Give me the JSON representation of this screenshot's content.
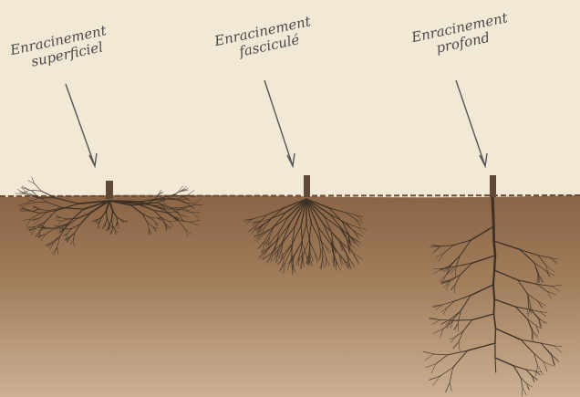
{
  "colors": {
    "sky": "#f1e8d6",
    "soil_top": "#8a6445",
    "soil_bottom": "#cbb094",
    "root": "#3d3126",
    "stem": "#5e4a36",
    "ink": "#4a4a4a"
  },
  "labels": {
    "shallow": {
      "line1": "Enracinement",
      "line2": "superficiel"
    },
    "fibrous": {
      "line1": "Enracinement",
      "line2": "fasciculé"
    },
    "deep": {
      "line1": "Enracinement",
      "line2": "profond"
    }
  }
}
